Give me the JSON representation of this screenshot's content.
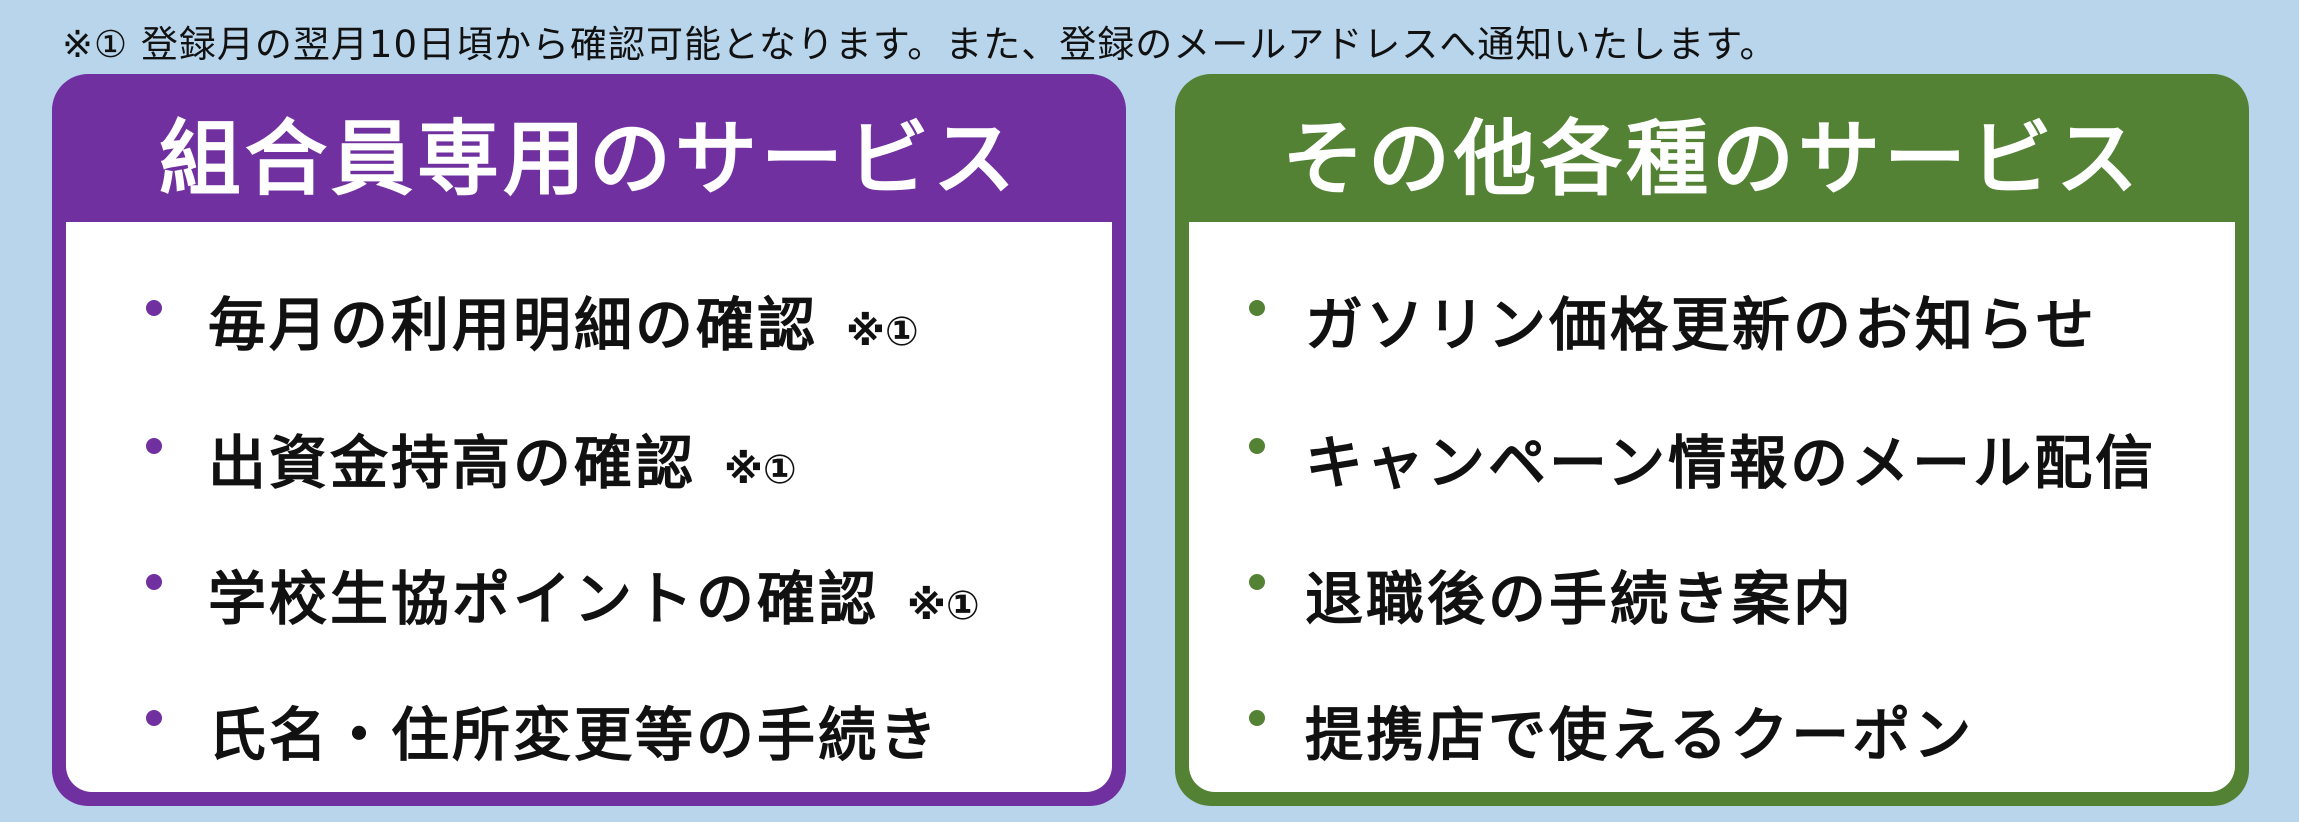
{
  "note": "※①  登録月の翌月10日頃から確認可能となります。また、登録のメールアドレスへ通知いたします。",
  "member_services": {
    "title": "組合員専用のサービス",
    "color": "#7030a0",
    "items": [
      {
        "label": "毎月の利用明細の確認",
        "mark": "※①"
      },
      {
        "label": "出資金持高の確認",
        "mark": "※①"
      },
      {
        "label": "学校生協ポイントの確認",
        "mark": "※①"
      },
      {
        "label": "氏名・住所変更等の手続き",
        "mark": ""
      }
    ]
  },
  "other_services": {
    "title": "その他各種のサービス",
    "color": "#548235",
    "items": [
      {
        "label": "ガソリン価格更新のお知らせ"
      },
      {
        "label": "キャンペーン情報のメール配信"
      },
      {
        "label": "退職後の手続き案内"
      },
      {
        "label": "提携店で使えるクーポン"
      }
    ]
  }
}
